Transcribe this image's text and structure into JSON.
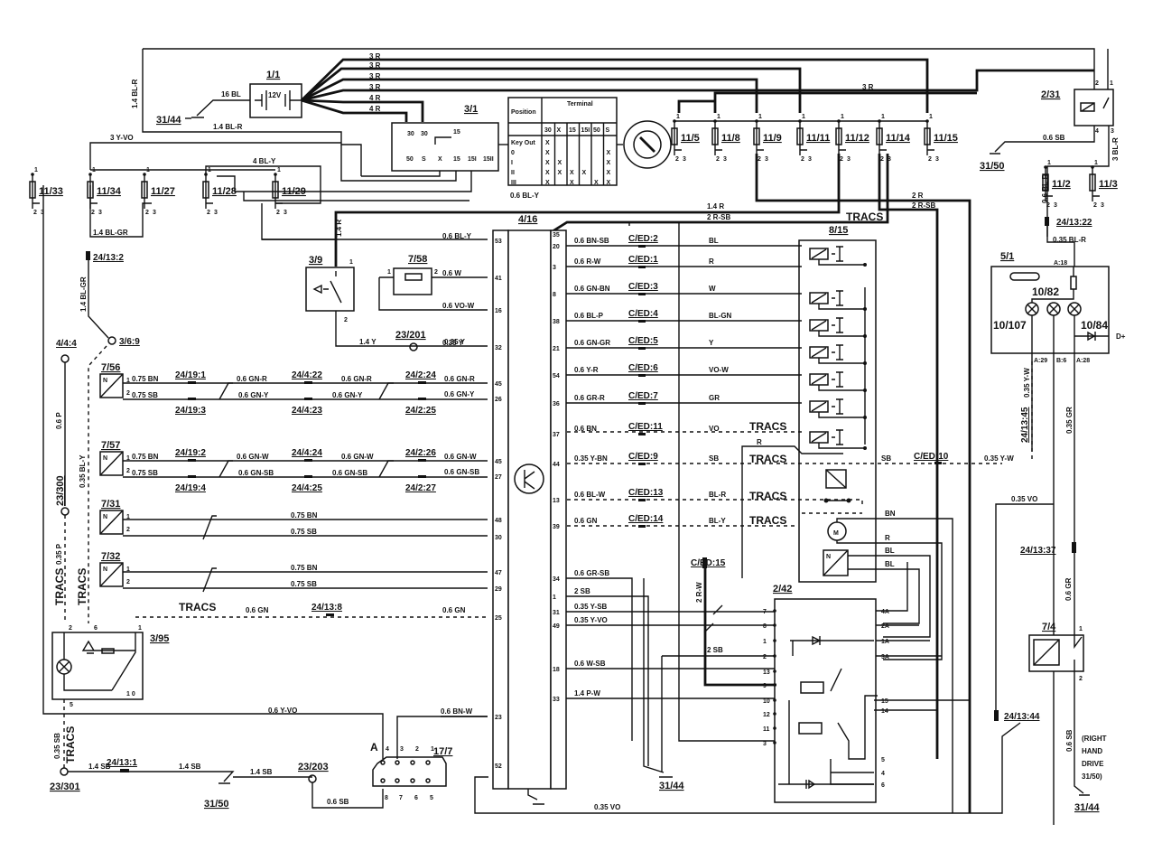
{
  "battery": {
    "id": "1/1",
    "voltage": "12V",
    "ground_wire": "16 BL",
    "ground": "31/44",
    "feed_wire": "1.4 BL-R",
    "side_wire": "1.4 BL-R"
  },
  "feed_wires": [
    "3 R",
    "3 R",
    "3 R",
    "3 R",
    "4 R",
    "4 R"
  ],
  "ignition_switch": {
    "id": "3/1",
    "top_terminals": [
      "30",
      "30"
    ],
    "bottom_terminals": [
      "50",
      "S",
      "X",
      "15",
      "15I",
      "15II"
    ],
    "mid_terminal": "15",
    "table_header_position": "Position",
    "table_header_terminal": "Terminal",
    "table_columns": [
      "30",
      "X",
      "15",
      "15I",
      "50",
      "S"
    ],
    "table_rows": [
      "Key Out",
      "0",
      "I",
      "II",
      "III"
    ],
    "output_wire": "0.6 BL-Y"
  },
  "fuses_top": [
    "11/5",
    "11/8",
    "11/9",
    "11/11",
    "11/12",
    "11/14",
    "11/15"
  ],
  "fuses_left": [
    "11/33",
    "11/34",
    "11/27",
    "11/28",
    "11/29"
  ],
  "fuses_right": [
    "11/2",
    "11/3"
  ],
  "fuse_pins": {
    "in": "1",
    "out": "2",
    "aux": "3"
  },
  "left_wires": {
    "y_vo": "3 Y-VO",
    "bl_y": "4 BL-Y",
    "bl_gr_h": "1.4 BL-GR",
    "bl_gr_v": "1.4 BL-GR",
    "conn_13_2": "24/13:2",
    "conn_3_6_9": "3/6:9",
    "conn_4_4_4": "4/4:4",
    "p06": "0.6 P",
    "p035": "0.35 P",
    "bl_y035": "0.35 BL-Y",
    "gnd23_300": "23/300",
    "tracs": "TRACS"
  },
  "relay_2_31": {
    "id": "2/31",
    "pins": [
      "2",
      "1",
      "4",
      "3"
    ],
    "ground_wire": "0.6 SB",
    "ground": "31/50",
    "out_wire": "3 BL-R",
    "feed_wire": "3 R"
  },
  "right_feed": {
    "wire": "0.6 BL-R",
    "conn": "24/13:22",
    "wire2": "0.35 BL-R"
  },
  "top_wires": {
    "r14": "1.4 R",
    "rsb2": "2 R-SB",
    "rsb2b": "2 R-SB",
    "r2": "2 R",
    "tracs": "TRACS",
    "r14v": "1.4 R"
  },
  "ecu": {
    "id": "4/16",
    "left_pins": [
      {
        "pin": "53",
        "wire": "0.6 BL-Y"
      },
      {
        "pin": "41",
        "wire": "0.6 W"
      },
      {
        "pin": "16",
        "wire": "0.6 VO-W"
      },
      {
        "pin": "32",
        "wire": "0.35 Y"
      },
      {
        "pin": "45",
        "wire": "0.6 GN-R"
      },
      {
        "pin": "26",
        "wire": "0.6 GN-Y"
      },
      {
        "pin": "45",
        "wire": "0.6 GN-W"
      },
      {
        "pin": "27",
        "wire": "0.6 GN-SB"
      },
      {
        "pin": "48",
        "wire": "0.75 BN"
      },
      {
        "pin": "30",
        "wire": "0.75 SB"
      },
      {
        "pin": "47",
        "wire": "0.75 BN"
      },
      {
        "pin": "29",
        "wire": "0.75 SB"
      },
      {
        "pin": "25",
        "wire": "0.6 GN"
      },
      {
        "pin": "23",
        "wire": "0.6 BN-W"
      },
      {
        "pin": "52",
        "wire": ""
      }
    ],
    "right_pins": [
      {
        "pin": "35",
        "wire": "",
        "conn": "",
        "color": ""
      },
      {
        "pin": "20",
        "wire": "0.6 BN-SB",
        "conn": "C/ED:2",
        "color": "BL"
      },
      {
        "pin": "3",
        "wire": "0.6 R-W",
        "conn": "C/ED:1",
        "color": "R"
      },
      {
        "pin": "8",
        "wire": "0.6 GN-BN",
        "conn": "C/ED:3",
        "color": "W"
      },
      {
        "pin": "38",
        "wire": "0.6 BL-P",
        "conn": "C/ED:4",
        "color": "BL-GN"
      },
      {
        "pin": "21",
        "wire": "0.6 GN-GR",
        "conn": "C/ED:5",
        "color": "Y"
      },
      {
        "pin": "54",
        "wire": "0.6 Y-R",
        "conn": "C/ED:6",
        "color": "VO-W"
      },
      {
        "pin": "36",
        "wire": "0.6 GR-R",
        "conn": "C/ED:7",
        "color": "GR"
      },
      {
        "pin": "37",
        "wire": "0.6 BN",
        "conn": "C/ED:11",
        "color": "VO"
      },
      {
        "pin": "44",
        "wire": "0.35 Y-BN",
        "conn": "C/ED:9",
        "color": "SB"
      },
      {
        "pin": "13",
        "wire": "0.6 BL-W",
        "conn": "C/ED:13",
        "color": "BL-R"
      },
      {
        "pin": "39",
        "wire": "0.6 GN",
        "conn": "C/ED:14",
        "color": "BL-Y"
      },
      {
        "pin": "34",
        "wire": "0.6 GR-SB",
        "conn": "",
        "color": ""
      },
      {
        "pin": "1",
        "wire": "2 SB",
        "conn": "",
        "color": ""
      },
      {
        "pin": "31",
        "wire": "0.35 Y-SB",
        "conn": "",
        "color": ""
      },
      {
        "pin": "49",
        "wire": "0.35 Y-VO",
        "conn": "",
        "color": ""
      },
      {
        "pin": "18",
        "wire": "0.6 W-SB",
        "conn": "",
        "color": ""
      },
      {
        "pin": "33",
        "wire": "1.4 P-W",
        "conn": "",
        "color": ""
      }
    ]
  },
  "sensors": [
    {
      "id": "7/56",
      "p1": "1",
      "p2": "2",
      "w1": "0.75 BN",
      "w2": "0.75 SB",
      "c1": "24/19:1",
      "c2": "24/19:3",
      "m1": "0.6 GN-R",
      "m2": "0.6 GN-Y",
      "c3": "24/4:22",
      "c4": "24/4:23",
      "n1": "0.6 GN-R",
      "n2": "0.6 GN-Y",
      "c5": "24/2:24",
      "c6": "24/2:25"
    },
    {
      "id": "7/57",
      "p1": "1",
      "p2": "2",
      "w1": "0.75 BN",
      "w2": "0.75 SB",
      "c1": "24/19:2",
      "c2": "24/19:4",
      "m1": "0.6 GN-W",
      "m2": "0.6 GN-SB",
      "c3": "24/4:24",
      "c4": "24/4:25",
      "n1": "0.6 GN-W",
      "n2": "0.6 GN-SB",
      "c5": "24/2:26",
      "c6": "24/2:27"
    },
    {
      "id": "7/31",
      "p1": "1",
      "p2": "2",
      "w1": "0.75 BN",
      "w2": "0.75 SB"
    },
    {
      "id": "7/32",
      "p1": "1",
      "p2": "2",
      "w1": "0.75 BN",
      "w2": "0.75 SB"
    }
  ],
  "sensor_symbol": "N",
  "brake_switch": {
    "id": "3/9",
    "pin1": "1",
    "pin2": "2",
    "wire": "1.4 Y",
    "ground_id": "23/201",
    "wire2": "0.35 Y",
    "feed": "1.4 R"
  },
  "brake_sensor": {
    "id": "7/58",
    "pin1": "1",
    "pin2": "2"
  },
  "tracs_switch": {
    "id": "3/95",
    "pins": [
      "2",
      "6",
      "1",
      "5"
    ],
    "positions": "1 0",
    "wire_tracs": "TRACS",
    "wire_gn": "0.6 GN",
    "conn": "24/13:8",
    "wire_gn2": "0.6 GN",
    "ground_wire": "0.35 SB",
    "ground_label": "TRACS",
    "ground_id": "23/301"
  },
  "bottom_left": {
    "w1": "1.4 SB",
    "conn": "24/13:1",
    "w2": "1.4 SB",
    "w3": "1.4 SB",
    "gnd": "31/50",
    "gnd2": "23/203",
    "w4": "0.6 SB",
    "yvo": "0.6 Y-VO"
  },
  "diag_connector": {
    "id": "17/7",
    "label": "A",
    "top_pins": [
      "4",
      "3",
      "2",
      "1"
    ],
    "bottom_pins": [
      "8",
      "7",
      "6",
      "5"
    ]
  },
  "ground_44": "31/44",
  "bottom_wire": "0.35 VO",
  "hydraulic": {
    "id": "8/15",
    "tracs_labels": [
      "TRACS",
      "TRACS",
      "TRACS",
      "TRACS"
    ],
    "r_label": "R",
    "sb": "SB",
    "conn_10": "C/ED:10",
    "yw": "0.35 Y-W",
    "motor": "M",
    "motor_wires": [
      "BN",
      "R",
      "BL",
      "BL"
    ],
    "conn_15": "C/ED:15",
    "rw": "2 R-W"
  },
  "relay_2_42": {
    "id": "2/42",
    "left_pins": [
      "7",
      "8",
      "1",
      "2",
      "13",
      "9",
      "10",
      "12",
      "11",
      "3"
    ],
    "right_pins": [
      "4A",
      "2A",
      "1A",
      "3A",
      "15",
      "14",
      "5",
      "4",
      "6"
    ],
    "sb_wire": "2 SB"
  },
  "instrument": {
    "id": "5/1",
    "lamp_ids": [
      "10/107",
      "10/82",
      "10/84"
    ],
    "pin_feed": "A:18",
    "pins_bottom": [
      "A:29",
      "B:6",
      "A:28"
    ],
    "d_label": "D+",
    "wire_yw": "0.35 Y-W",
    "conn_45": "24/13:45",
    "wire_gr": "0.35 GR",
    "wire_vo": "0.35 VO"
  },
  "brake_light_switch": {
    "id": "7/4",
    "pin1": "1",
    "pin2": "2",
    "conn": "24/13:37",
    "wire": "0.6 GR",
    "ground_wire": "0.6 SB",
    "note_lines": [
      "(RIGHT",
      "HAND",
      "DRIVE",
      "31/50)"
    ],
    "ground": "31/44",
    "conn_44": "24/13:44"
  }
}
